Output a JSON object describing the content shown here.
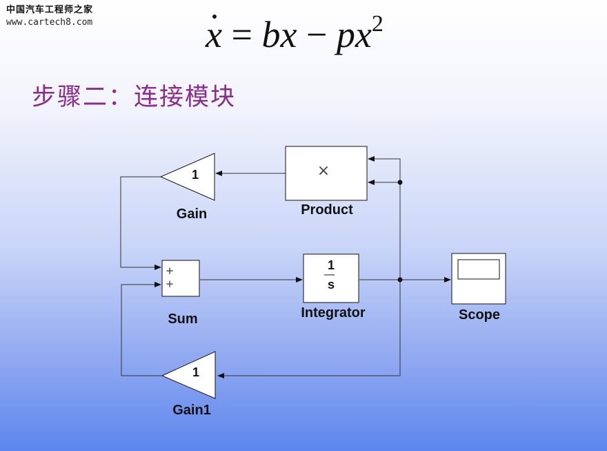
{
  "watermark": {
    "site_name": "中国汽车工程师之家",
    "url": "www.cartech8.com"
  },
  "equation": {
    "lhs": "x",
    "equals": "=",
    "term1": "bx",
    "minus": "−",
    "term2": "px",
    "exponent": "2"
  },
  "slide_title": "步骤二：连接模块",
  "blocks": {
    "gain": {
      "value": "1",
      "label": "Gain"
    },
    "product": {
      "symbol": "×",
      "label": "Product"
    },
    "sum": {
      "sign1": "+",
      "sign2": "+",
      "label": "Sum"
    },
    "integrator": {
      "numerator": "1",
      "denominator": "s",
      "label": "Integrator"
    },
    "scope": {
      "label": "Scope"
    },
    "gain1": {
      "value": "1",
      "label": "Gain1"
    }
  }
}
